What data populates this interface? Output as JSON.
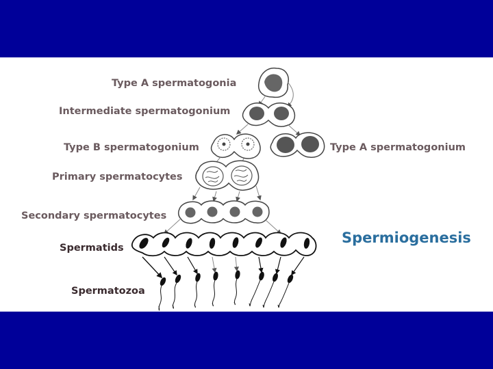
{
  "slide": {
    "background_color": "#000099",
    "panel_color": "#ffffff"
  },
  "diagram": {
    "labels": {
      "type_a_spermatogonia": "Type A spermatogonia",
      "intermediate_spermatogonium": "Intermediate spermatogonium",
      "type_b_spermatogonium": "Type B spermatogonium",
      "type_a_spermatogonium_right": "Type A spermatogonium",
      "primary_spermatocytes": "Primary spermatocytes",
      "secondary_spermatocytes": "Secondary spermatocytes",
      "spermatids": "Spermatids",
      "spermatozoa": "Spermatozoa",
      "spermiogenesis": "Spermiogenesis"
    },
    "colors": {
      "label_grey": "#6a5a5e",
      "label_dark": "#3a2a2e",
      "label_blue": "#2a6e9e",
      "nucleus": "#555555",
      "outline": "#444444"
    }
  }
}
